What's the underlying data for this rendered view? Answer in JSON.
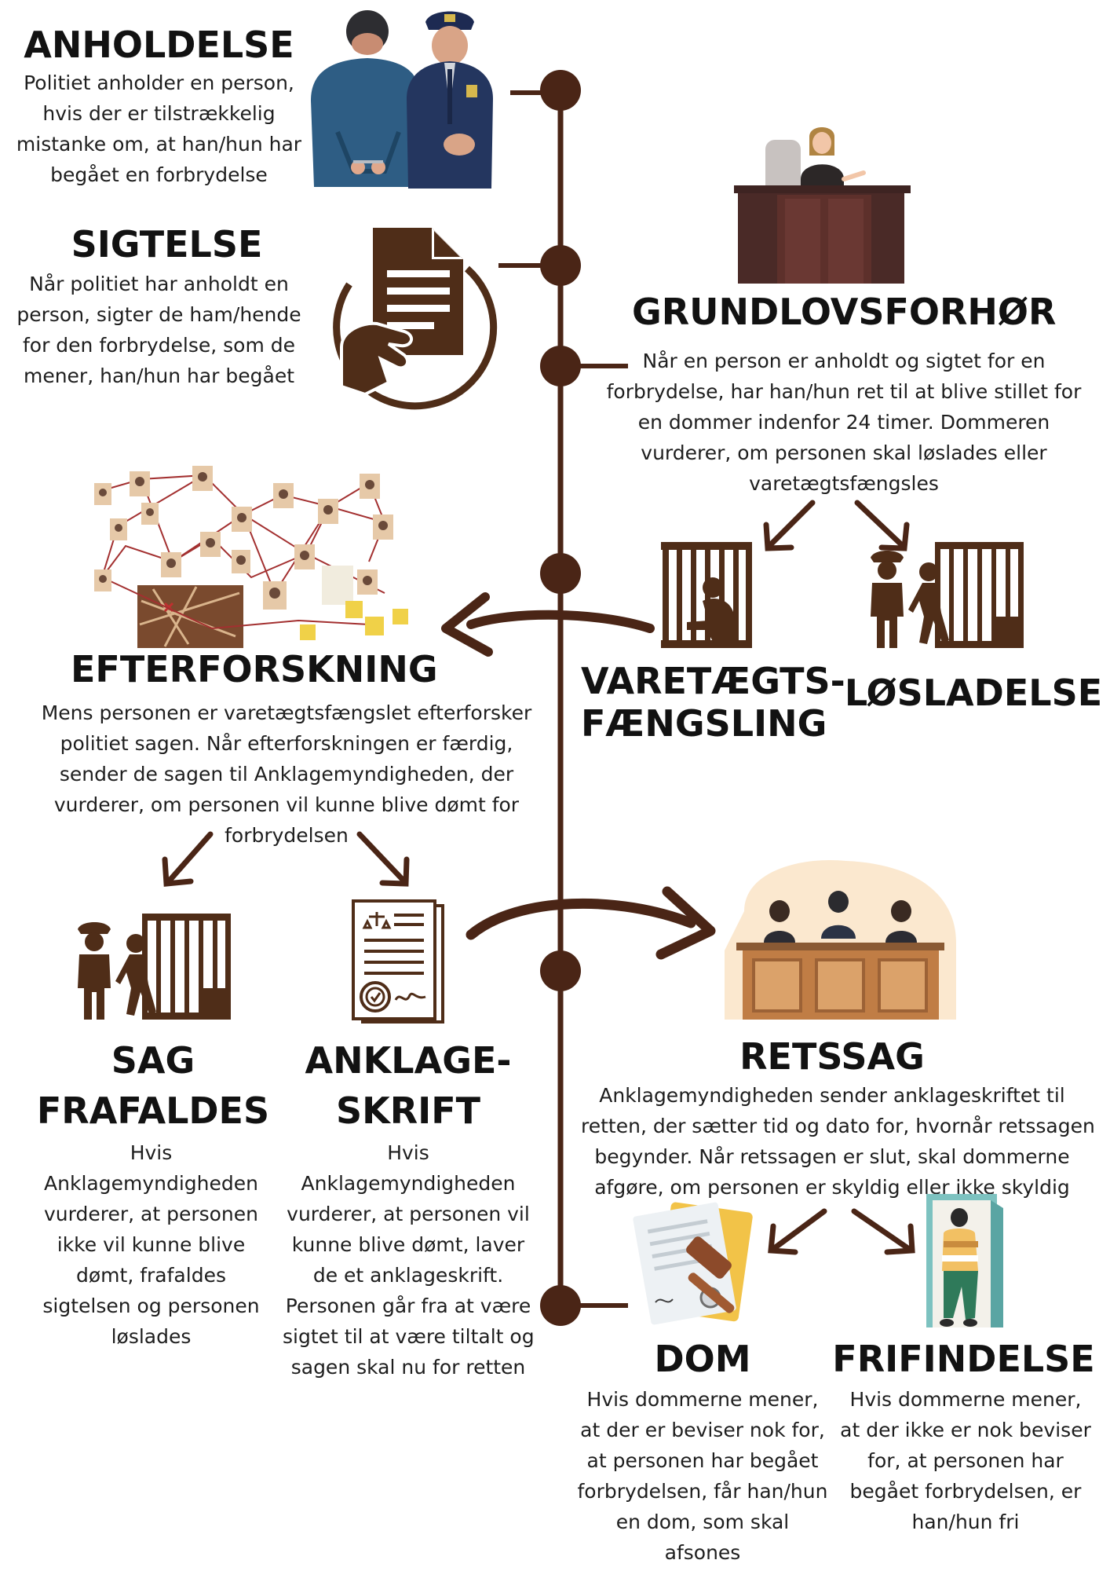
{
  "colors": {
    "timeline": "#4a2516",
    "icon": "#4f2d18",
    "text": "#121212"
  },
  "steps": {
    "anholdelse": {
      "title": "ANHOLDELSE",
      "lines": [
        "Politiet anholder en person,",
        "hvis der er tilstrækkelig",
        "mistanke om, at han/hun har",
        "begået en forbrydelse"
      ],
      "icon": "arrest-illustration"
    },
    "sigtelse": {
      "title": "SIGTELSE",
      "lines": [
        "Når politiet har anholdt en",
        "person, sigter de ham/hende",
        "for den forbrydelse, som de",
        "mener, han/hun har begået"
      ],
      "icon": "document-hand-icon"
    },
    "grundlovsforhor": {
      "title": "GRUNDLOVSFORHØR",
      "lines": [
        "Når en person er anholdt og sigtet for en",
        "forbrydelse, har han/hun ret til at blive stillet for",
        "en dommer indenfor 24 timer. Dommeren",
        "vurderer, om personen skal løslades eller",
        "varetægtsfængsles"
      ],
      "icon": "judge-bench-illustration"
    },
    "varetaegt": {
      "title_lines": [
        "VARETÆGTS-",
        "FÆNGSLING"
      ],
      "icon": "prisoner-cell-icon"
    },
    "losladelse": {
      "title": "LØSLADELSE",
      "icon": "release-icon"
    },
    "efterforskning": {
      "title": "EFTERFORSKNING",
      "lines": [
        "Mens personen er varetægtsfængslet efterforsker",
        "politiet sagen. Når efterforskningen er færdig,",
        "sender de sagen til Anklagemyndigheden, der",
        "vurderer, om personen vil kunne blive dømt for",
        "forbrydelsen"
      ],
      "icon": "evidence-board-illustration"
    },
    "sag_frafaldes": {
      "title_lines": [
        "SAG",
        "FRAFALDES"
      ],
      "lines": [
        "Hvis",
        "Anklagemyndigheden",
        "vurderer, at personen",
        "ikke vil kunne blive",
        "dømt, frafaldes",
        "sigtelsen og personen",
        "løslades"
      ],
      "icon": "release-icon"
    },
    "anklageskrift": {
      "title_lines": [
        "ANKLAGE-",
        "SKRIFT"
      ],
      "lines": [
        "Hvis",
        "Anklagemyndigheden",
        "vurderer, at personen vil",
        "kunne blive dømt, laver",
        "de et anklageskrift.",
        "Personen går fra at være",
        "sigtet til at være tiltalt og",
        "sagen skal nu for retten"
      ],
      "icon": "legal-document-icon"
    },
    "retssag": {
      "title": "RETSSAG",
      "lines": [
        "Anklagemyndigheden sender anklageskriftet til",
        "retten, der sætter tid og dato for, hvornår retssagen",
        "begynder. Når retssagen er slut, skal dommerne",
        "afgøre, om personen er skyldig eller ikke skyldig"
      ],
      "icon": "courtroom-illustration"
    },
    "dom": {
      "title": "DOM",
      "lines": [
        "Hvis dommerne mener,",
        "at der er beviser nok for,",
        "at personen har begået",
        "forbrydelsen, får han/hun",
        "en dom, som skal",
        "afsones"
      ],
      "icon": "gavel-document-illustration"
    },
    "frifindelse": {
      "title": "FRIFINDELSE",
      "lines": [
        "Hvis dommerne mener,",
        "at der ikke er nok beviser",
        "for, at personen har",
        "begået forbrydelsen, er",
        "han/hun fri"
      ],
      "icon": "person-leaving-door-illustration"
    }
  }
}
